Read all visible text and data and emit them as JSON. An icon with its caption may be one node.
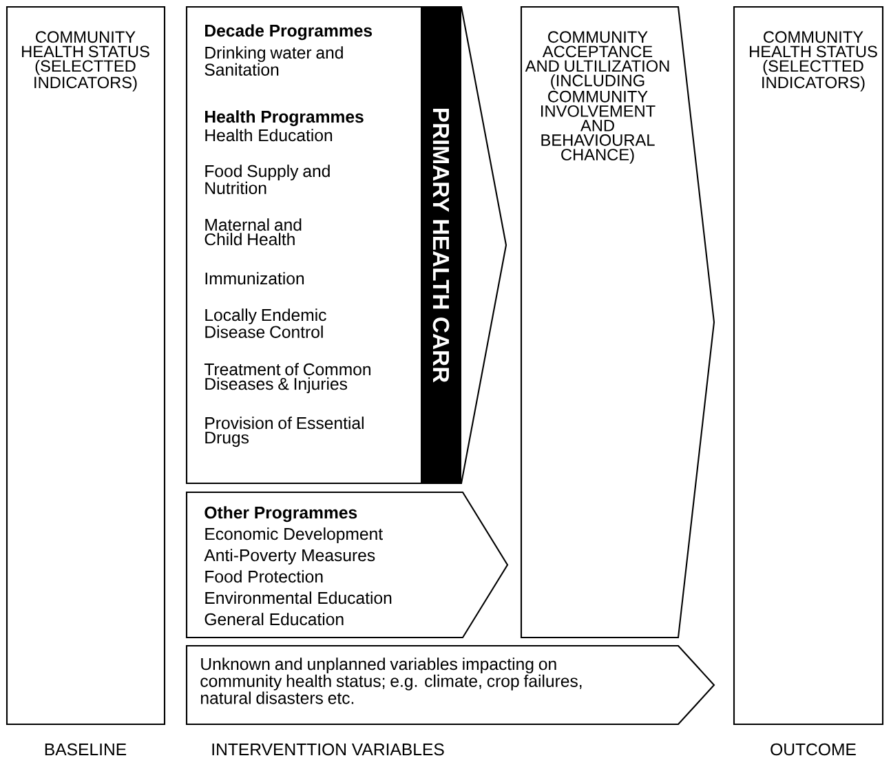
{
  "diagram": {
    "nodes": [
      {
        "text": [
          "COMMUNITY HEALTH STATUS (SELECTTED INDICATORS)"
        ]
      },
      {
        "text": [
          "Decade Programmes",
          "Drinking water and Sanitation",
          "Health Programmes",
          "Health Education",
          "Food Supply and Nutrition",
          "Maternal and Child Health",
          "Immunization",
          "Locally Endemic Disease Control",
          "Treatment of Common Diseases & Injuries",
          "Provision of Essential Drugs"
        ]
      },
      {
        "text": [
          "PRIMARY HEALTH CARR"
        ],
        "in": 1
      },
      {
        "text": [
          "Other Programmes",
          "Economic Development",
          "Anti-Poverty Measures",
          "Food Protection",
          "Environmental Education",
          "General Education"
        ]
      },
      {
        "text": [
          "Unknown and unplanned variables impacting on community health status; e.g. climate, crop failures, natural disasters etc."
        ]
      },
      {
        "text": [
          "COMMUNITY ACCEPTANCE AND ULTILIZATION (INCLUDING COMMUNITY INVOLVEMENT AND BEHAVIOURAL CHANCE)"
        ]
      },
      {
        "text": [
          "COMMUNITY HEALTH STATUS (SELECTTED INDICATORS)"
        ]
      }
    ],
    "labels": [
      "BASELINE",
      "INTERVENTTION VARIABLES",
      "OUTCOME"
    ]
  }
}
